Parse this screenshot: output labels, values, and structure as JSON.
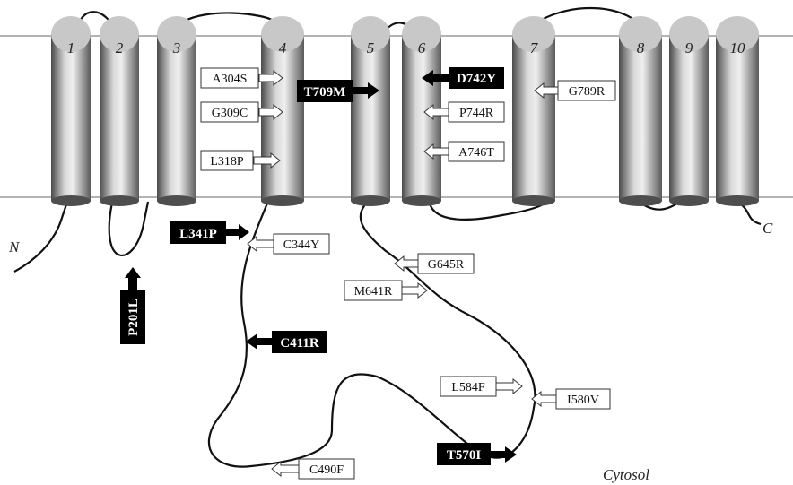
{
  "helices": [
    "1",
    "2",
    "3",
    "4",
    "5",
    "6",
    "7",
    "8",
    "9",
    "10"
  ],
  "termini": {
    "n": "N",
    "c": "C"
  },
  "region_label": "Cytosol",
  "mutations": {
    "A304S": "A304S",
    "G309C": "G309C",
    "L318P": "L318P",
    "T709M": "T709M",
    "D742Y": "D742Y",
    "P744R": "P744R",
    "A746T": "A746T",
    "G789R": "G789R",
    "L341P": "L341P",
    "C344Y": "C344Y",
    "P201L": "P201L",
    "G645R": "G645R",
    "M641R": "M641R",
    "C411R": "C411R",
    "L584F": "L584F",
    "I580V": "I580V",
    "T570I": "T570I",
    "C490F": "C490F"
  },
  "colors": {
    "membrane_line": "#9a9a9a",
    "cylinder_top": "#c8c8c8",
    "cylinder_dark": "#555555",
    "cylinder_light": "#e6e6e6",
    "black_label": "#000000",
    "white_label": "#ffffff"
  }
}
